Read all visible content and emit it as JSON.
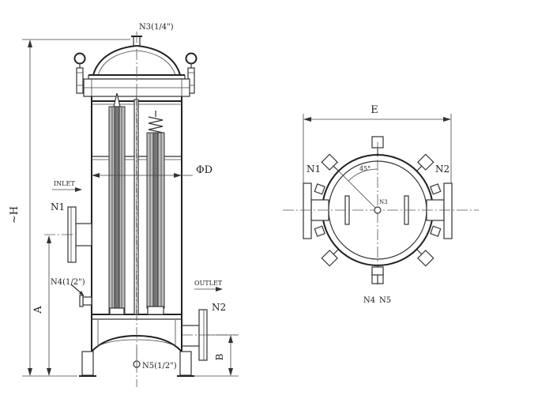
{
  "labels": {
    "n3_top": "N3(1/4\")",
    "phi_d": "ΦD",
    "inlet": "INLET",
    "n1_left": "N1",
    "n4": "N4(1/2\")",
    "outlet": "OUTLET",
    "n2_left": "N2",
    "n5": "N5(1/2\")",
    "dim_h": "~H",
    "dim_a": "A",
    "dim_b": "B",
    "dim_e": "E",
    "n1_right": "N1",
    "n2_right": "N2",
    "n3_center": "N3",
    "angle": "45°",
    "n4_bottom": "N4",
    "n5_bottom": "N5"
  }
}
